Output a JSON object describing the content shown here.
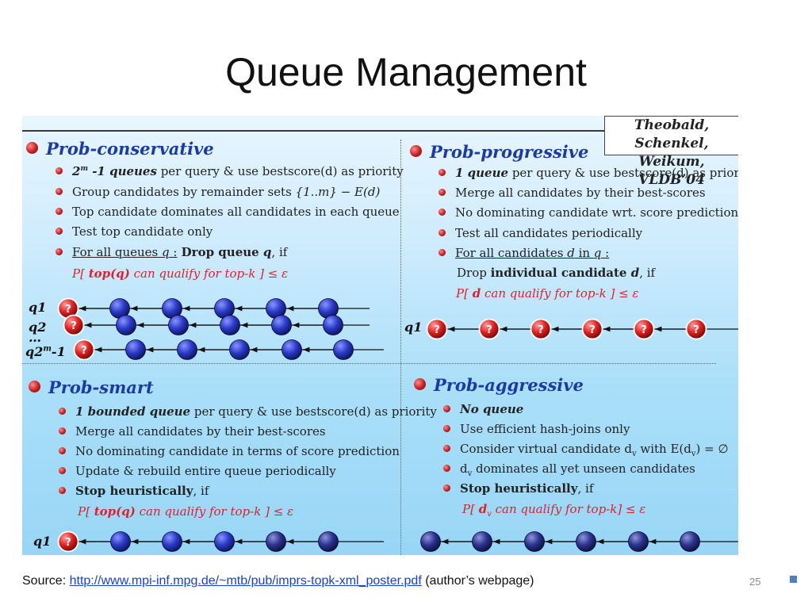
{
  "title": "Queue Management",
  "reference": {
    "line1": "Theobald, Schenkel,",
    "line2": "Weikum, VLDB’04"
  },
  "quadrants": {
    "conservative": {
      "heading": "Prob-conservative",
      "items": [
        {
          "bold": "2",
          "sup": "m",
          "bold2": " -1 queues",
          "rest": " per query & use bestscore(d) as priority"
        },
        {
          "text": "Group candidates by remainder  sets ",
          "ital": "{1..m} − E(d)"
        },
        {
          "text": "Top candidate dominates all candidates in each queue"
        },
        {
          "text": "Test top candidate only"
        },
        {
          "u1": "For all queues ",
          "ui": "q",
          "u2": " :",
          "b": " Drop queue ",
          "bi": "q",
          "rest": ", if"
        }
      ],
      "prob": {
        "pre": "P[ ",
        "bold": "top(q)",
        "post": " can qualify for top-k ] ≤ ε"
      },
      "queue_labels": [
        "q1",
        "q2",
        "…",
        "q2",
        "-1"
      ],
      "queue_label_sup": "m"
    },
    "progressive": {
      "heading": "Prob-progressive",
      "items": [
        {
          "bold": "1 queue",
          "rest": " per query & use bestscore(d) as priority"
        },
        {
          "text": "Merge all candidates by their best-scores"
        },
        {
          "text": "No dominating candidate wrt. score prediction"
        },
        {
          "text": "Test all candidates periodically"
        },
        {
          "u1": "For all candidates ",
          "ui": "d",
          "u2": " in ",
          "ui2": "q",
          "u3": " :"
        }
      ],
      "drop": {
        "pre": "Drop ",
        "bold": "individual candidate ",
        "bi": "d",
        "post": ", if"
      },
      "prob": {
        "pre": "P[ ",
        "bold": "d",
        "post": " can qualify for top-k  ] ≤ ε"
      },
      "queue_label": "q1"
    },
    "smart": {
      "heading": "Prob-smart",
      "items": [
        {
          "bold": "1 bounded queue",
          "rest": " per query & use bestscore(d) as priority"
        },
        {
          "text": "Merge all candidates by their best-scores"
        },
        {
          "text": "No dominating candidate in terms of score prediction"
        },
        {
          "text": "Update & rebuild entire queue periodically"
        },
        {
          "b": "Stop heuristically",
          "rest": ", if"
        }
      ],
      "prob": {
        "pre": "P[ ",
        "bold": "top(q)",
        "post": " can qualify for top-k ] ≤ ε"
      },
      "queue_label": "q1"
    },
    "aggressive": {
      "heading": "Prob-aggressive",
      "items": [
        {
          "bold": "No queue"
        },
        {
          "text": "Use efficient hash-joins only"
        },
        {
          "text": "Consider virtual candidate d",
          "sub": "v",
          "rest": " with E(d",
          "sub2": "v",
          "rest2": ") = ∅"
        },
        {
          "text": "d",
          "sub": "v",
          "rest": " dominates all yet unseen candidates"
        },
        {
          "b": "Stop heuristically",
          "rest": ", if"
        }
      ],
      "prob": {
        "pre": "P[ ",
        "bold": "d",
        "sub": "v",
        "post": " can qualify for top-k] ≤ ε"
      }
    }
  },
  "question_mark": "?",
  "footer": {
    "source_label": "Source: ",
    "url": "http://www.mpi-inf.mpg.de/~mtb/pub/imprs-topk-xml_poster.pdf",
    "suffix": " (author’s webpage)"
  },
  "page_number": "25",
  "colors": {
    "node_blue": "#2a3ac8",
    "node_red": "#e02020",
    "heading_blue": "#1b3aa8",
    "prob_red": "#e0202a"
  }
}
